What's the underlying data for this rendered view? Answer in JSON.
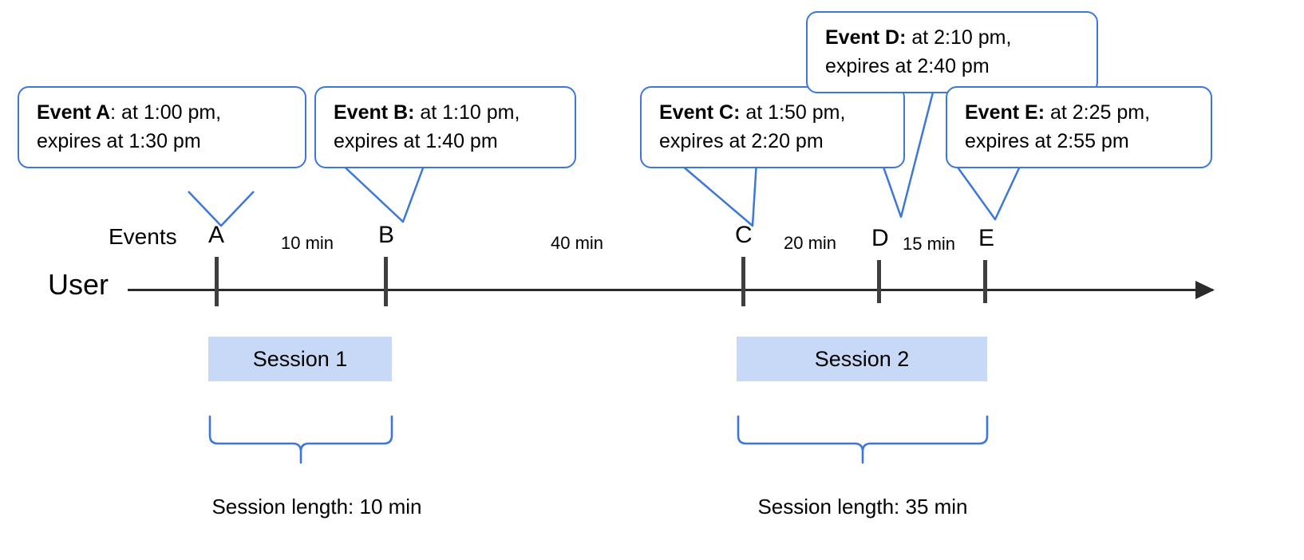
{
  "diagram": {
    "title": "Session timeline with expiring events",
    "colors": {
      "callout_border": "#3d78d8",
      "brace": "#3d78d8",
      "session_fill": "#c7d9f7",
      "axis": "#2b2b2b",
      "tick": "#3f3f3f",
      "text": "#000000"
    },
    "row_labels": {
      "user": "User",
      "events": "Events"
    },
    "axis": {
      "ticks": [
        {
          "id": "A",
          "label": "A"
        },
        {
          "id": "B",
          "label": "B"
        },
        {
          "id": "C",
          "label": "C"
        },
        {
          "id": "D",
          "label": "D"
        },
        {
          "id": "E",
          "label": "E"
        }
      ],
      "gaps": [
        {
          "between": "A-B",
          "label": "10 min"
        },
        {
          "between": "B-C",
          "label": "40 min"
        },
        {
          "between": "C-D",
          "label": "20 min"
        },
        {
          "between": "D-E",
          "label": "15 min"
        }
      ]
    },
    "callouts": [
      {
        "id": "A",
        "name": "Event A",
        "label": "Event A",
        "separator": ":",
        "rest": " at 1:00 pm,",
        "line2": "expires at 1:30 pm",
        "time": "1:00 pm",
        "expires": "1:30 pm"
      },
      {
        "id": "B",
        "name": "Event B",
        "label": "Event B:",
        "separator": "",
        "rest": " at 1:10 pm,",
        "line2": "expires at 1:40 pm",
        "time": "1:10 pm",
        "expires": "1:40 pm"
      },
      {
        "id": "C",
        "name": "Event C",
        "label": "Event C:",
        "separator": "",
        "rest": " at 1:50 pm,",
        "line2": "expires at 2:20 pm",
        "time": "1:50 pm",
        "expires": "2:20 pm"
      },
      {
        "id": "D",
        "name": "Event D",
        "label": "Event D:",
        "separator": "",
        "rest": " at 2:10 pm,",
        "line2": "expires at 2:40 pm",
        "time": "2:10 pm",
        "expires": "2:40 pm"
      },
      {
        "id": "E",
        "name": "Event E",
        "label": "Event E:",
        "separator": "",
        "rest": " at 2:25 pm,",
        "line2": "expires at 2:55 pm",
        "time": "2:25 pm",
        "expires": "2:55 pm"
      }
    ],
    "sessions": [
      {
        "id": "1",
        "label": "Session 1",
        "length_label": "Session length: 10 min"
      },
      {
        "id": "2",
        "label": "Session 2",
        "length_label": "Session length: 35 min"
      }
    ]
  }
}
